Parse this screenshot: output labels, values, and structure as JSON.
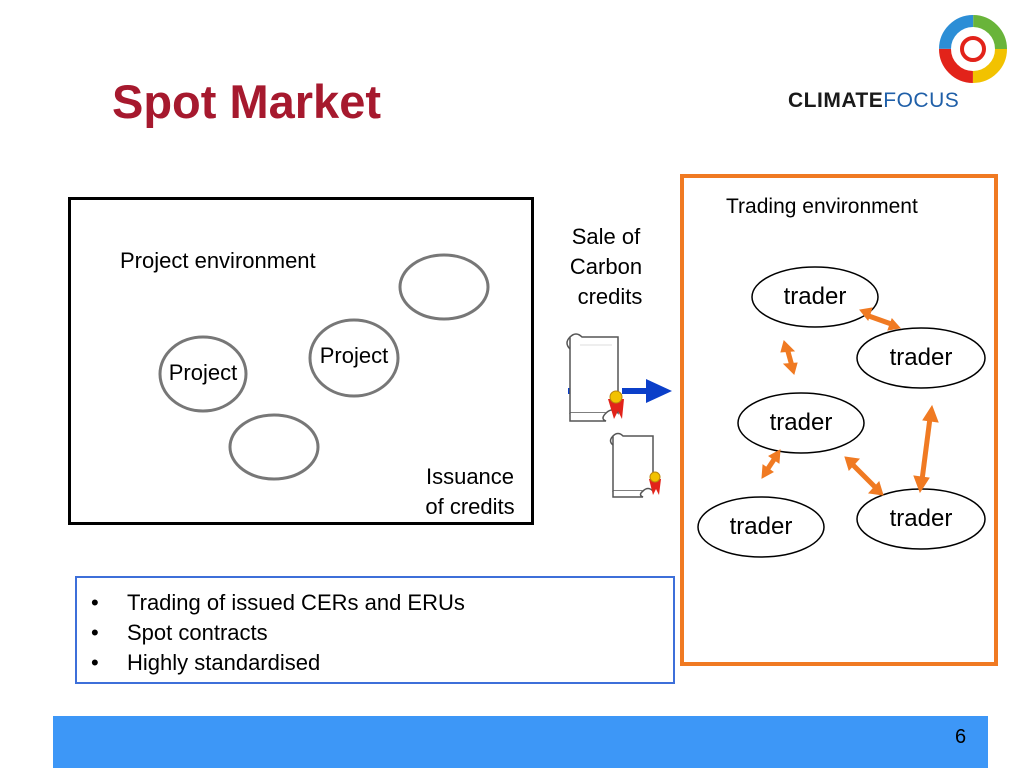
{
  "slide": {
    "title": "Spot Market",
    "page_number": "6"
  },
  "logo": {
    "word_climate": "CLIMATE",
    "word_focus": "FOCUS",
    "icon": "climate-focus-ring-icon"
  },
  "project_environment": {
    "label": "Project environment",
    "projects": [
      "Project",
      "Project"
    ],
    "issuance_line1": "Issuance",
    "issuance_line2": "of credits"
  },
  "sale": {
    "line1": "Sale of",
    "line2": "Carbon",
    "line3": "credits",
    "icon": "certificate-scroll-icon",
    "arrow_color": "#0b3fc9"
  },
  "trading_environment": {
    "label": "Trading environment",
    "traders": [
      "trader",
      "trader",
      "trader",
      "trader",
      "trader"
    ],
    "arrow_color": "#f07a22"
  },
  "bullets": [
    "Trading of issued CERs and ERUs",
    "Spot contracts",
    "Highly standardised"
  ],
  "colors": {
    "title": "#a6192e",
    "trading_border": "#f07a22",
    "bullet_border": "#3d6fd9",
    "footer": "#3d97f7",
    "project_ellipse": "#777777"
  }
}
